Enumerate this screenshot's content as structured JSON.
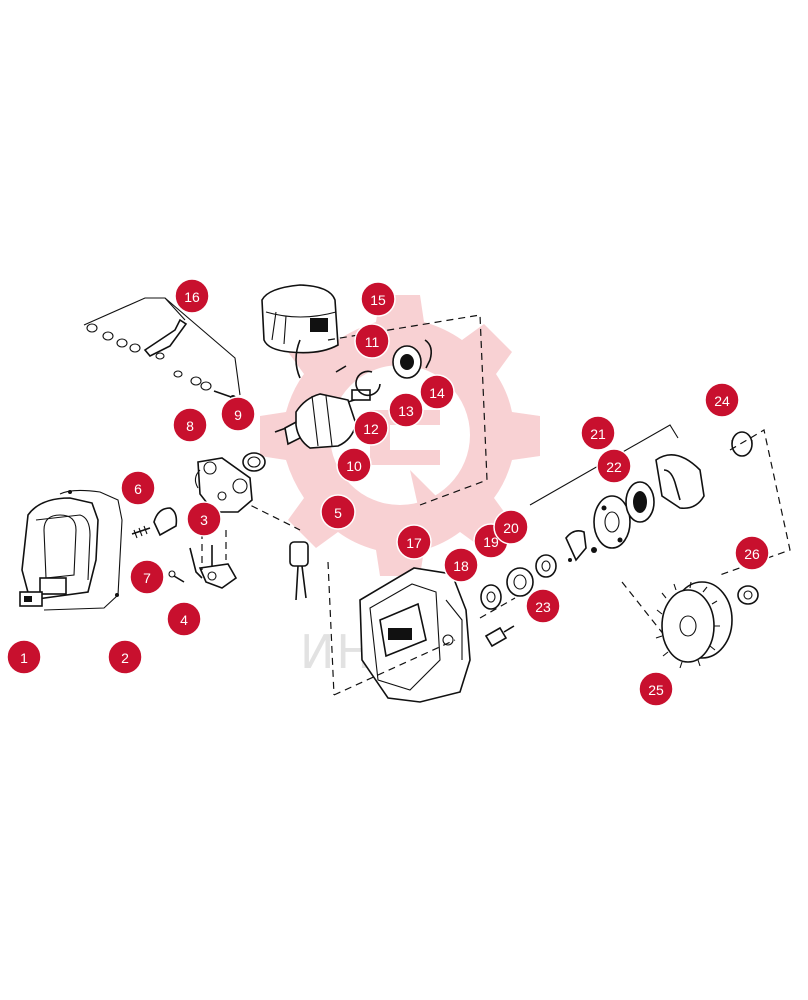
{
  "watermark": {
    "text": "ИНТЕХ",
    "gear_color": "#f7c9cc"
  },
  "callout_color": "#c8102e",
  "callouts": [
    {
      "label": "1"
    },
    {
      "label": "2"
    },
    {
      "label": "3"
    },
    {
      "label": "4"
    },
    {
      "label": "5"
    },
    {
      "label": "6"
    },
    {
      "label": "7"
    },
    {
      "label": "8"
    },
    {
      "label": "9"
    },
    {
      "label": "10"
    },
    {
      "label": "11"
    },
    {
      "label": "12"
    },
    {
      "label": "13"
    },
    {
      "label": "14"
    },
    {
      "label": "15"
    },
    {
      "label": "16"
    },
    {
      "label": "17"
    },
    {
      "label": "18"
    },
    {
      "label": "19"
    },
    {
      "label": "20"
    },
    {
      "label": "21"
    },
    {
      "label": "22"
    },
    {
      "label": "23"
    },
    {
      "label": "24"
    },
    {
      "label": "25"
    },
    {
      "label": "26"
    }
  ]
}
